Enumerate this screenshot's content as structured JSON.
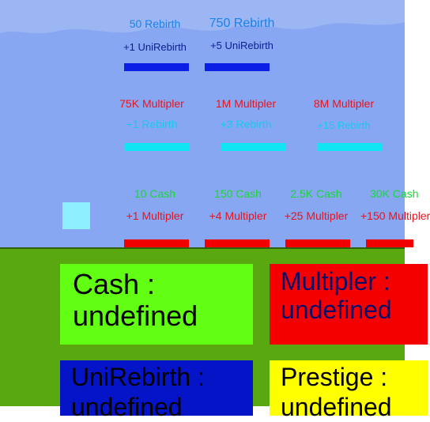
{
  "colors": {
    "sky": "#87a7f2",
    "ground": "#5aa80f",
    "unirebirth_text": "#1a82e8",
    "multipler_text": "#e8141e",
    "rebirth_text": "#19c8f0",
    "cash_text": "#18d838",
    "unirebirth_bar": "#0a1ee6",
    "rebirth_bar": "#10e6f4",
    "multipler_bar": "#f00000",
    "card_cash": "#62ff14",
    "card_multipler": "#f50000",
    "card_unirebirth": "#0614c8",
    "card_prestige": "#ffff00"
  },
  "unirebirth_upgrades": [
    {
      "cost": "50 Rebirth",
      "reward": "+1 UniRebirth"
    },
    {
      "cost": "750 Rebirth",
      "reward": "+5 UniRebirth"
    }
  ],
  "rebirth_upgrades": [
    {
      "cost": "75K Multipler",
      "reward": "+1 Rebirth"
    },
    {
      "cost": "1M Multipler",
      "reward": "+3 Rebirth"
    },
    {
      "cost": "8M Multipler",
      "reward": "+15 Rebirth"
    }
  ],
  "multipler_upgrades": [
    {
      "cost": "10 Cash",
      "reward": "+1 Multipler"
    },
    {
      "cost": "150 Cash",
      "reward": "+4 Multipler"
    },
    {
      "cost": "2.5K Cash",
      "reward": "+25 Multipler"
    },
    {
      "cost": "30K Cash",
      "reward": "+150 Multipler"
    }
  ],
  "stats": {
    "cash": {
      "label": "Cash :",
      "value": "undefined"
    },
    "multipler": {
      "label": "Multipler :",
      "value": "undefined"
    },
    "unirebirth": {
      "label": "UniRebirth :",
      "value": "undefined"
    },
    "prestige": {
      "label": "Prestige :",
      "value": "undefined"
    }
  }
}
